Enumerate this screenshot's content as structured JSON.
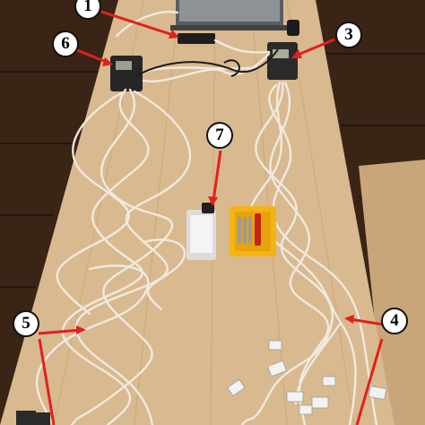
{
  "callouts": [
    {
      "id": "c1",
      "label": "1"
    },
    {
      "id": "c2",
      "label": "6"
    },
    {
      "id": "c3",
      "label": "3"
    },
    {
      "id": "c4",
      "label": "7"
    },
    {
      "id": "c5",
      "label": "5"
    },
    {
      "id": "c6",
      "label": "4"
    }
  ],
  "colors": {
    "floor": "#3a2416",
    "table": "#d9b98f",
    "table_light": "#e6c9a1",
    "cable": "#efeae0",
    "arrow": "#e0201c",
    "screwdriver_case": "#f3b414",
    "device": "#1b1b1b"
  },
  "icons": [
    "laptop",
    "usb-adapter",
    "power-meter",
    "smartphone",
    "screwdriver-set",
    "sensor-tag"
  ]
}
